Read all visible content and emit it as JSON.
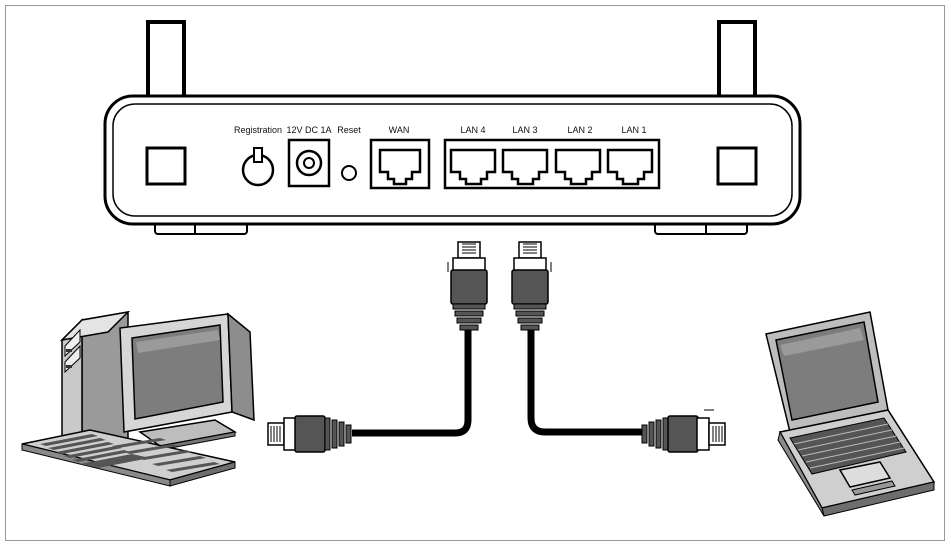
{
  "router": {
    "ports": {
      "registration": "Registration",
      "power": "12V DC 1A",
      "reset": "Reset",
      "wan": "WAN",
      "lan4": "LAN 4",
      "lan3": "LAN 3",
      "lan2": "LAN 2",
      "lan1": "LAN 1"
    }
  },
  "devices": {
    "left": "desktop-computer",
    "right": "laptop-computer"
  },
  "cables": [
    "ethernet-cable-to-desktop",
    "ethernet-cable-to-laptop"
  ],
  "colors": {
    "outline": "#000000",
    "cable_gray": "#555555",
    "screen_gray": "#8a8a8a",
    "body_gray": "#c8c8c8",
    "frame": "#9a9a9a"
  }
}
